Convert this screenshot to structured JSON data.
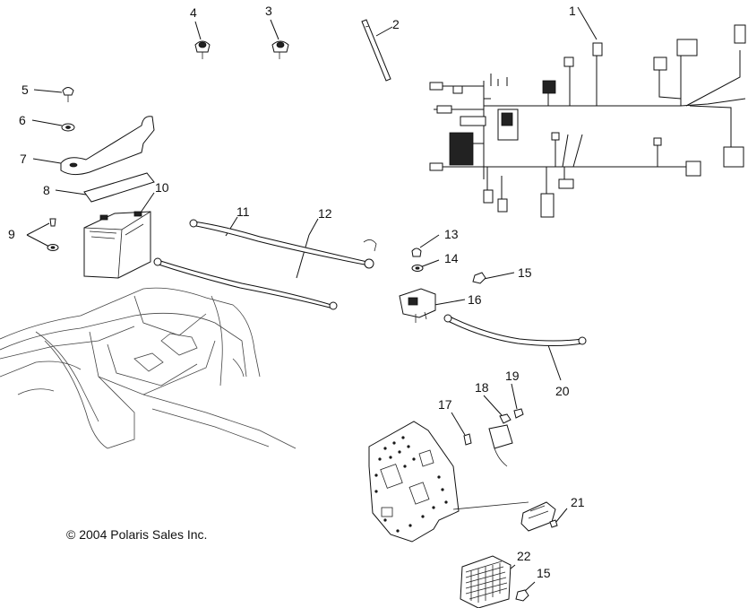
{
  "copyright": "© 2004 Polaris Sales Inc.",
  "callouts": [
    {
      "id": "c1",
      "label": "1"
    },
    {
      "id": "c2",
      "label": "2"
    },
    {
      "id": "c3",
      "label": "3"
    },
    {
      "id": "c4",
      "label": "4"
    },
    {
      "id": "c5",
      "label": "5"
    },
    {
      "id": "c6",
      "label": "6"
    },
    {
      "id": "c7",
      "label": "7"
    },
    {
      "id": "c8",
      "label": "8"
    },
    {
      "id": "c9",
      "label": "9"
    },
    {
      "id": "c10",
      "label": "10"
    },
    {
      "id": "c11",
      "label": "11"
    },
    {
      "id": "c12",
      "label": "12"
    },
    {
      "id": "c13",
      "label": "13"
    },
    {
      "id": "c14",
      "label": "14"
    },
    {
      "id": "c15a",
      "label": "15"
    },
    {
      "id": "c16",
      "label": "16"
    },
    {
      "id": "c17",
      "label": "17"
    },
    {
      "id": "c18",
      "label": "18"
    },
    {
      "id": "c19",
      "label": "19"
    },
    {
      "id": "c20",
      "label": "20"
    },
    {
      "id": "c21",
      "label": "21"
    },
    {
      "id": "c22",
      "label": "22"
    },
    {
      "id": "c15b",
      "label": "15"
    }
  ]
}
